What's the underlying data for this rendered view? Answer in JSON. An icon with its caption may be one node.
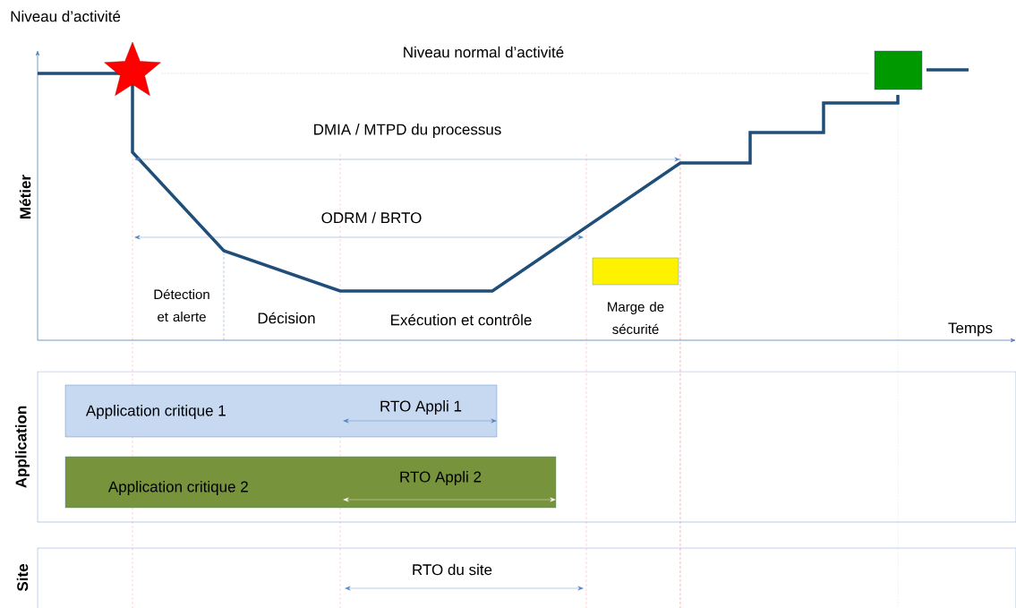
{
  "diagram": {
    "nodes": [
      {
        "text": [
          "Application"
        ]
      },
      {
        "text": [
          "Application critique 1"
        ],
        "in": 0
      },
      {
        "text": [
          "Application critique 2"
        ],
        "in": 0
      },
      {
        "text": [
          "Site"
        ]
      },
      {
        "text": [],
        "shape": "box"
      }
    ],
    "labels": [
      "Niveau d’activité",
      "Niveau normal d’activité",
      "Métier",
      "DMIA / MTPD du processus",
      "ODRM / BRTO",
      "Détection et alerte",
      "Décision",
      "Exécution et contrôle",
      "Marge de sécurité",
      "Temps",
      "RTO Appli 1",
      "RTO Appli 2",
      "RTO du site"
    ]
  }
}
